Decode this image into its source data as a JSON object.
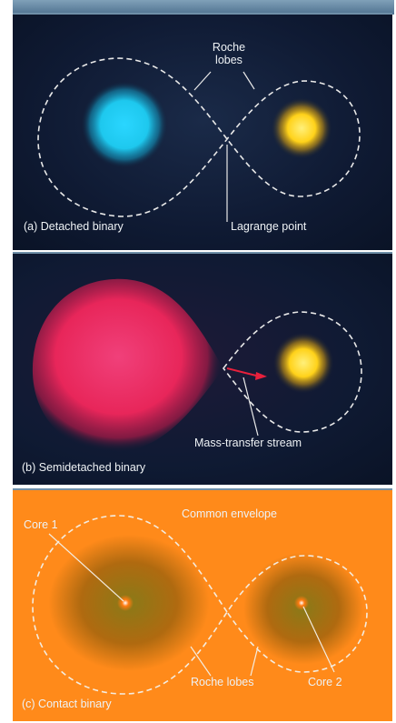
{
  "panels": {
    "a": {
      "caption": "(a) Detached binary",
      "roche_label_line1": "Roche",
      "roche_label_line2": "lobes",
      "lagrange_label": "Lagrange point"
    },
    "b": {
      "caption": "(b) Semidetached binary",
      "stream_label": "Mass-transfer stream"
    },
    "c": {
      "caption": "(c) Contact binary",
      "envelope_label": "Common envelope",
      "core1_label": "Core 1",
      "core2_label": "Core 2",
      "roche_label": "Roche lobes"
    }
  },
  "colors": {
    "panel_background": "#0f1a33",
    "blue_star": "#1ec8ee",
    "yellow_star": "#ffd21a",
    "red_giant": "#e8265a",
    "envelope": "#ff8a1a",
    "lobe_dash": "#e8e8e8"
  }
}
